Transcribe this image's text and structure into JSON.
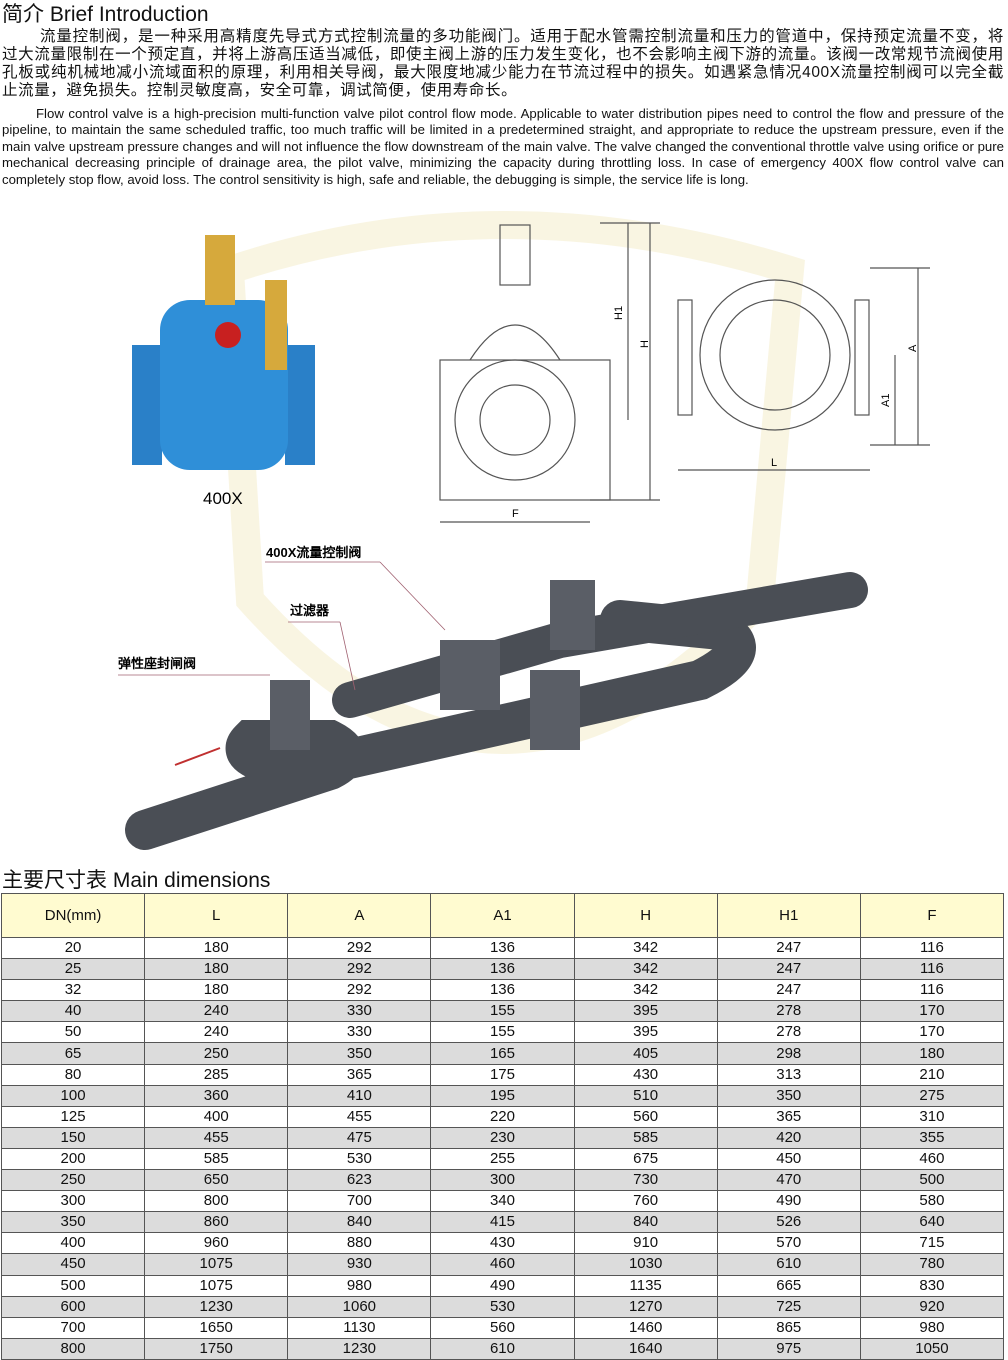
{
  "intro": {
    "title": "简介 Brief Introduction",
    "zh": "流量控制阀，是一种采用高精度先导式方式控制流量的多功能阀门。适用于配水管需控制流量和压力的管道中，保持预定流量不变，将过大流量限制在一个预定直，并将上游高压适当减低，即使主阀上游的压力发生变化，也不会影响主阀下游的流量。该阀一改常规节流阀使用孔板或纯机械地减小流域面积的原理，利用相关导阀，最大限度地减少能力在节流过程中的损失。如遇紧急情况400X流量控制阀可以完全截止流量，避免损失。控制灵敏度高，安全可靠，调试简便，使用寿命长。",
    "en": "Flow control valve is a high-precision multi-function valve pilot control flow mode. Applicable to water distribution pipes need to control the flow and pressure of the pipeline, to maintain the same scheduled traffic, too much traffic will be limited in a predetermined straight, and appropriate to reduce the upstream pressure, even if the main valve upstream pressure changes and will not influence the flow downstream of the main valve. The valve changed the conventional throttle valve using orifice or pure mechanical decreasing principle of drainage area, the pilot valve, minimizing the capacity during throttling loss. In case of emergency 400X flow control valve can completely stop flow, avoid loss. The control sensitivity is high, safe and reliable, the debugging is simple, the service life is long."
  },
  "figure": {
    "model": "400X",
    "dims": {
      "h1": "H1",
      "h": "H",
      "f": "F",
      "a": "A",
      "a1": "A1",
      "l": "L"
    },
    "callouts": {
      "control_valve": "400X流量控制阀",
      "filter": "过滤器",
      "gate_valve": "弹性座封闸阀"
    }
  },
  "dimensions": {
    "title": "主要尺寸表 Main dimensions",
    "headers": [
      "DN(mm)",
      "L",
      "A",
      "A1",
      "H",
      "H1",
      "F"
    ],
    "rows": [
      [
        "20",
        "180",
        "292",
        "136",
        "342",
        "247",
        "116"
      ],
      [
        "25",
        "180",
        "292",
        "136",
        "342",
        "247",
        "116"
      ],
      [
        "32",
        "180",
        "292",
        "136",
        "342",
        "247",
        "116"
      ],
      [
        "40",
        "240",
        "330",
        "155",
        "395",
        "278",
        "170"
      ],
      [
        "50",
        "240",
        "330",
        "155",
        "395",
        "278",
        "170"
      ],
      [
        "65",
        "250",
        "350",
        "165",
        "405",
        "298",
        "180"
      ],
      [
        "80",
        "285",
        "365",
        "175",
        "430",
        "313",
        "210"
      ],
      [
        "100",
        "360",
        "410",
        "195",
        "510",
        "350",
        "275"
      ],
      [
        "125",
        "400",
        "455",
        "220",
        "560",
        "365",
        "310"
      ],
      [
        "150",
        "455",
        "475",
        "230",
        "585",
        "420",
        "355"
      ],
      [
        "200",
        "585",
        "530",
        "255",
        "675",
        "450",
        "460"
      ],
      [
        "250",
        "650",
        "623",
        "300",
        "730",
        "470",
        "500"
      ],
      [
        "300",
        "800",
        "700",
        "340",
        "760",
        "490",
        "580"
      ],
      [
        "350",
        "860",
        "840",
        "415",
        "840",
        "526",
        "640"
      ],
      [
        "400",
        "960",
        "880",
        "430",
        "910",
        "570",
        "715"
      ],
      [
        "450",
        "1075",
        "930",
        "460",
        "1030",
        "610",
        "780"
      ],
      [
        "500",
        "1075",
        "980",
        "490",
        "1135",
        "665",
        "830"
      ],
      [
        "600",
        "1230",
        "1060",
        "530",
        "1270",
        "725",
        "920"
      ],
      [
        "700",
        "1650",
        "1130",
        "560",
        "1460",
        "865",
        "980"
      ],
      [
        "800",
        "1750",
        "1230",
        "610",
        "1640",
        "975",
        "1050"
      ]
    ]
  }
}
